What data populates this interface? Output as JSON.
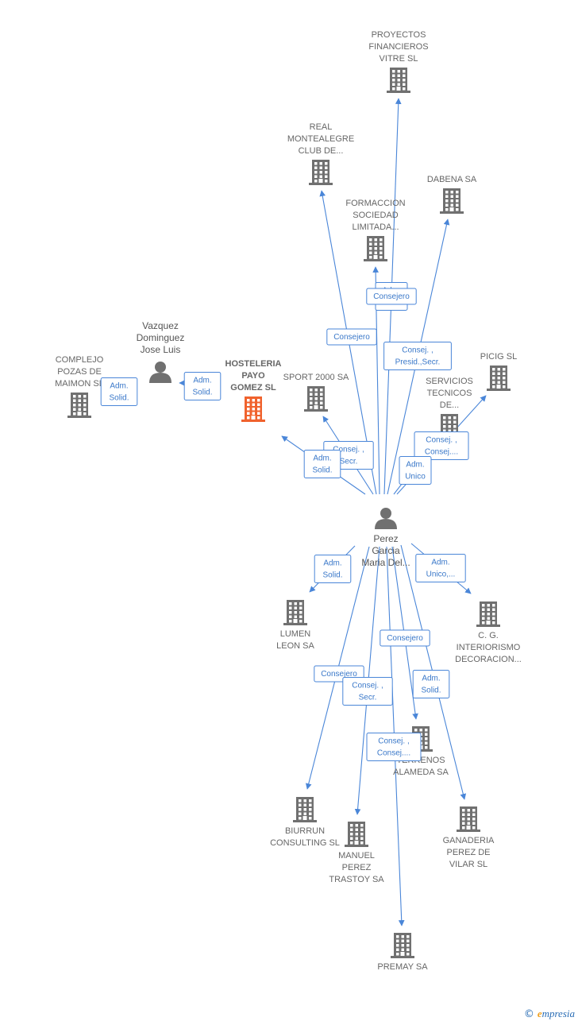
{
  "colors": {
    "edge": "#4a86d8",
    "node": "#707070",
    "focus_node": "#f0622d",
    "label": "#666666"
  },
  "nodes": [
    {
      "id": "proyectos",
      "type": "company",
      "lines": [
        "PROYECTOS",
        "FINANCIEROS",
        "VITRE  SL"
      ]
    },
    {
      "id": "real",
      "type": "company",
      "lines": [
        "REAL",
        "MONTEALEGRE",
        "CLUB DE..."
      ]
    },
    {
      "id": "dabena",
      "type": "company",
      "lines": [
        "DABENA SA"
      ]
    },
    {
      "id": "formaccion",
      "type": "company",
      "lines": [
        "FORMACCION",
        "SOCIEDAD",
        "LIMITADA..."
      ]
    },
    {
      "id": "picig",
      "type": "company",
      "lines": [
        "PICIG  SL"
      ]
    },
    {
      "id": "complejo",
      "type": "company",
      "lines": [
        "COMPLEJO",
        "POZAS DE",
        "MAIMON SL"
      ]
    },
    {
      "id": "vazquez",
      "type": "person",
      "lines": [
        "Vazquez",
        "Dominguez",
        "Jose Luis"
      ]
    },
    {
      "id": "hosteleria",
      "type": "company",
      "focus": true,
      "lines": [
        "HOSTELERIA",
        "PAYO",
        "GOMEZ  SL"
      ]
    },
    {
      "id": "sport2000",
      "type": "company",
      "lines": [
        "SPORT 2000 SA"
      ]
    },
    {
      "id": "servicios",
      "type": "company",
      "lines": [
        "SERVICIOS",
        "TECNICOS",
        "DE..."
      ]
    },
    {
      "id": "perez",
      "type": "person",
      "lines": [
        "Perez",
        "Garcia",
        "Maria Del..."
      ]
    },
    {
      "id": "lumen",
      "type": "company",
      "lines": [
        "LUMEN",
        "LEON SA"
      ]
    },
    {
      "id": "cg",
      "type": "company",
      "lines": [
        "C.  G.",
        "INTERIORISMO",
        "DECORACION..."
      ]
    },
    {
      "id": "terrenos",
      "type": "company",
      "lines": [
        "TERRENOS",
        "ALAMEDA SA"
      ]
    },
    {
      "id": "biurrun",
      "type": "company",
      "lines": [
        "BIURRUN",
        "CONSULTING SL"
      ]
    },
    {
      "id": "manuel",
      "type": "company",
      "lines": [
        "MANUEL",
        "PEREZ",
        "TRASTOY SA"
      ]
    },
    {
      "id": "ganaderia",
      "type": "company",
      "lines": [
        "GANADERIA",
        "PEREZ DE",
        "VILAR  SL"
      ]
    },
    {
      "id": "premay",
      "type": "company",
      "lines": [
        "PREMAY SA"
      ]
    }
  ],
  "edges": [
    {
      "from": "perez",
      "to": "proyectos",
      "label": [
        "Adm.",
        "Unico"
      ]
    },
    {
      "from": "perez",
      "to": "real",
      "label": [
        "Consejero"
      ]
    },
    {
      "from": "perez",
      "to": "formaccion",
      "label": [
        "Consejero"
      ]
    },
    {
      "from": "perez",
      "to": "dabena",
      "label": [
        "Consej. ,",
        "Presid.,Secr."
      ]
    },
    {
      "from": "perez",
      "to": "picig",
      "label": [
        "Consej. ,",
        "Consej...."
      ]
    },
    {
      "from": "perez",
      "to": "servicios",
      "label": [
        "Adm.",
        "Unico"
      ]
    },
    {
      "from": "perez",
      "to": "sport2000",
      "label": [
        "Consej. ,",
        "Secr."
      ]
    },
    {
      "from": "perez",
      "to": "hosteleria",
      "label": [
        "Adm.",
        "Solid."
      ]
    },
    {
      "from": "vazquez",
      "to": "hosteleria",
      "label": [
        "Adm.",
        "Solid."
      ]
    },
    {
      "from": "vazquez",
      "to": "complejo",
      "label": [
        "Adm.",
        "Solid."
      ]
    },
    {
      "from": "perez",
      "to": "lumen",
      "label": [
        "Adm.",
        "Solid."
      ]
    },
    {
      "from": "perez",
      "to": "cg",
      "label": [
        "Adm.",
        "Unico,..."
      ]
    },
    {
      "from": "perez",
      "to": "terrenos",
      "label": [
        "Consejero"
      ]
    },
    {
      "from": "perez",
      "to": "ganaderia",
      "label": [
        "Adm.",
        "Solid."
      ]
    },
    {
      "from": "perez",
      "to": "biurrun",
      "label": [
        "Consejero"
      ]
    },
    {
      "from": "perez",
      "to": "manuel",
      "label": [
        "Consej. ,",
        "Secr."
      ]
    },
    {
      "from": "perez",
      "to": "premay",
      "label": [
        "Consej. ,",
        "Consej...."
      ]
    }
  ],
  "footer": {
    "copyright": "©",
    "brand_initial": "e",
    "brand_rest": "mpresia"
  }
}
